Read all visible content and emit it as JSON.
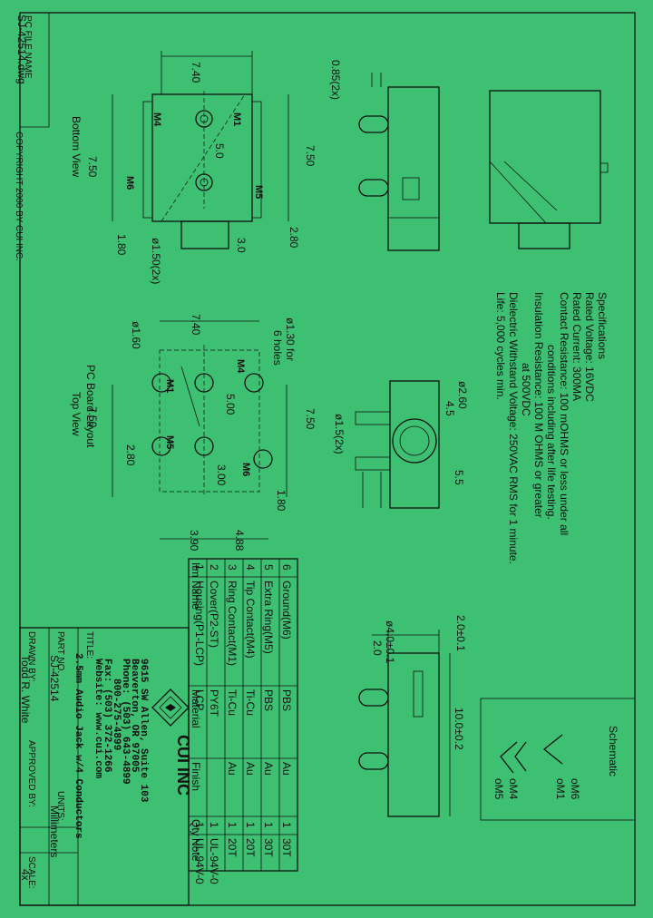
{
  "page_bg": "#3ec073",
  "line_color": "#111111",
  "side_labels": {
    "pc_file_name_title": "PC FILE NAME",
    "file_name": "SJ-42514.dwg",
    "copyright": "COPYRIGHT 2000 BY CUI INC."
  },
  "bottom_view": {
    "title": "Bottom View",
    "dim_width": "7.40",
    "dim_height_left": "7.50",
    "dim_height_right": "7.50",
    "dim_center": "5.0",
    "dim_bottom_left": "1.80",
    "dim_bottom_right": "2.80",
    "dim_hole": "3.0",
    "dim_hole_dia": "ø1.50(2x)",
    "labels": {
      "m1": "M1",
      "m4": "M4",
      "m5": "M5",
      "m6": "M6"
    }
  },
  "side_view": {
    "dim_pin": "0.85(2x)"
  },
  "pcb_layout": {
    "title_1": "PC Board Layout",
    "title_2": "Top View",
    "dim_width": "7.40",
    "dim_hole_note_1": "ø1.30 for",
    "dim_hole_note_2": "6 holes",
    "dim_pad": "ø1.60",
    "dim_center": "5.00",
    "dim_3": "3.00",
    "dim_height_left": "7.50",
    "dim_height_right": "7.50",
    "dim_280": "2.80",
    "dim_180": "1.80",
    "dim_390": "3.90",
    "dim_488": "4.88",
    "labels": {
      "m1": "M1",
      "m4": "M4",
      "m5": "M5",
      "m6": "M6"
    }
  },
  "front_view": {
    "dim_dia": "ø2.60",
    "dim_45": "4.5",
    "dim_pin_dia": "ø1.5(2x)",
    "dim_55": "5.5"
  },
  "specifications": {
    "heading": "Specifications",
    "lines": [
      "Rated Voltage: 16VDC",
      "Rated Current: 300MA",
      "Contact Resistance: 100 mOHMS or less under all",
      "conditions including after life testing.",
      "Insulation Resistance: 100 M OHMS or greater",
      "at 500VDC",
      "Dielectric Withstand Voltage: 250VAC RMS for 1 minute.",
      "Life: 5,000 cycles min."
    ]
  },
  "front_lower": {
    "dim_dia": "ø4.0±0.1",
    "dim_20": "2.0",
    "dim_20b": "2.0±0.1",
    "dim_10": "10.0±0.2"
  },
  "schematic": {
    "title": "Schematic",
    "m6": "oM6",
    "m1": "oM1",
    "m4": "oM4",
    "m5": "oM5"
  },
  "bom": {
    "headers": [
      "Itm",
      "Name",
      "Material",
      "Finish",
      "Qty",
      "Note"
    ],
    "rows": [
      {
        "itm": "6",
        "name": "Ground(M6)",
        "material": "PBS",
        "finish": "Au",
        "qty": "1",
        "note": "30T"
      },
      {
        "itm": "5",
        "name": "Extra Ring(M5)",
        "material": "PBS",
        "finish": "Au",
        "qty": "1",
        "note": "30T"
      },
      {
        "itm": "4",
        "name": "Tip Contact(M4)",
        "material": "Ti-Cu",
        "finish": "Au",
        "qty": "1",
        "note": "20T"
      },
      {
        "itm": "3",
        "name": "Ring Contact(M1)",
        "material": "Ti-Cu",
        "finish": "Au",
        "qty": "1",
        "note": "20T"
      },
      {
        "itm": "2",
        "name": "Cover(P2-ST)",
        "material": "PY6T",
        "finish": "",
        "qty": "1",
        "note": "UL-94V-0"
      },
      {
        "itm": "1",
        "name": "Housing(P1-LCP)",
        "material": "LCP",
        "finish": "",
        "qty": "1",
        "note": "UL-94V-0"
      }
    ]
  },
  "title_block": {
    "title_label": "TITLE:",
    "title": "2.5mm Audio Jack w/4 Conductors",
    "part_label": "PART NO.",
    "part_no": "SJ-42514",
    "units_label": "UNITS:",
    "units": "Millimeters",
    "drawn_label": "DRAWN BY:",
    "drawn_by": "Todd R. White",
    "approved_label": "APPROVED BY:",
    "scale_label": "SCALE:",
    "scale": "4x",
    "address": [
      "9615 SW Allen, Suite 103",
      "Beaverton, OR 97005",
      "Phone: (503) 643-4899",
      "800-275-4899",
      "Fax: (503) 372-1266",
      "Website: www.cui.com"
    ],
    "company": "CUI INC"
  }
}
